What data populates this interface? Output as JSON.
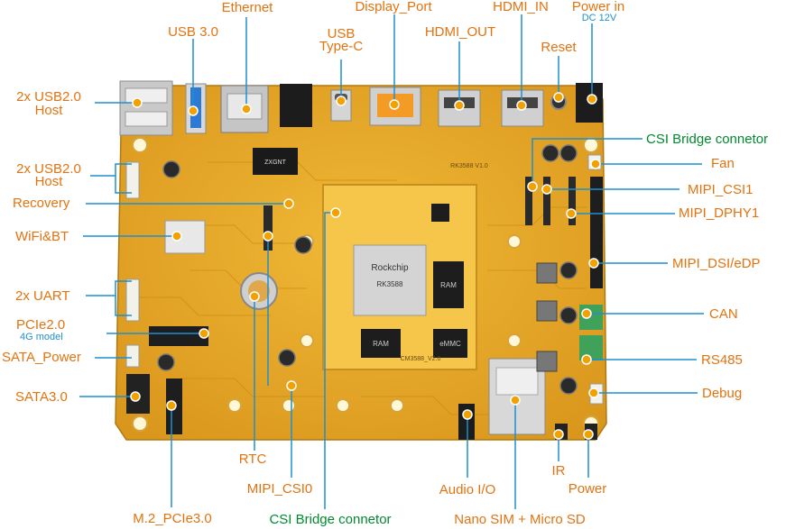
{
  "colors": {
    "label_orange": "#e3730f",
    "label_green": "#008a2e",
    "label_blue": "#1f8fd0",
    "leader_line": "#1f8fd0",
    "pcb": "#e5a92a",
    "pcb_dark": "#c98a16",
    "marker": "#f3a100"
  },
  "board": {
    "silk_title": "RK3588 V1.0",
    "som_label": "CM3588_V2.0",
    "chip_vendor": "Rockchip",
    "chip_model": "RK3588",
    "ram_label": "RAM",
    "emmc_label": "eMMC",
    "eth_chip": "ZXGNT"
  },
  "labels": {
    "ethernet": "Ethernet",
    "display_port": "Display_Port",
    "hdmi_in": "HDMI_IN",
    "power_in": "Power in",
    "dc_12v": "DC 12V",
    "usb3": "USB 3.0",
    "usb_typec_1": "USB",
    "usb_typec_2": "Type-C",
    "hdmi_out": "HDMI_OUT",
    "reset": "Reset",
    "usb2_host_a_1": "2x USB2.0",
    "usb2_host_a_2": "Host",
    "csi_bridge_right": "CSI Bridge connetor",
    "fan": "Fan",
    "usb2_host_b_1": "2x USB2.0",
    "usb2_host_b_2": "Host",
    "recovery": "Recovery",
    "mipi_csi1": "MIPI_CSI1",
    "mipi_dphy1": "MIPI_DPHY1",
    "wifi_bt": "WiFi&BT",
    "mipi_dsi_edp": "MIPI_DSI/eDP",
    "uart": "2x UART",
    "can": "CAN",
    "pcie2": "PCIe2.0",
    "model_4g": "4G model",
    "sata_power": "SATA_Power",
    "rs485": "RS485",
    "sata3": "SATA3.0",
    "debug": "Debug",
    "rtc": "RTC",
    "ir": "IR",
    "mipi_csi0": "MIPI_CSI0",
    "audio_io": "Audio I/O",
    "power": "Power",
    "m2_pcie3": "M.2_PCIe3.0",
    "csi_bridge_bottom": "CSI Bridge connetor",
    "nano_sim": "Nano SIM + Micro SD"
  }
}
